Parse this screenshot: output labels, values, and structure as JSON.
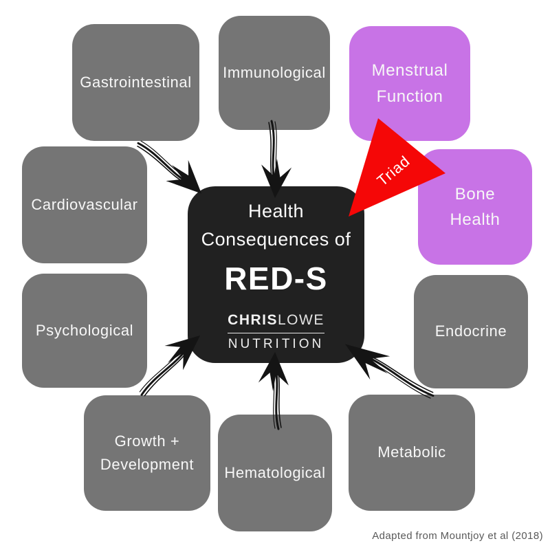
{
  "colors": {
    "box_gray": "#757575",
    "box_purple": "#c873e6",
    "center_dark": "#212121",
    "triad_red": "#f50707",
    "arrow_black": "#141414",
    "caption_text": "#595959"
  },
  "center": {
    "heading": "Health\nConsequences of",
    "acronym": "RED-S"
  },
  "logo": {
    "name_bold": "CHRIS",
    "name_light": "LOWE",
    "subtitle": "NUTRITION"
  },
  "triad": {
    "label": "Triad"
  },
  "caption": "Adapted from Mountjoy et al (2018)",
  "boxes": [
    {
      "label": "Gastrointestinal",
      "highlighted": false
    },
    {
      "label": "Immunological",
      "highlighted": false
    },
    {
      "label": "Menstrual\nFunction",
      "highlighted": true
    },
    {
      "label": "Cardiovascular",
      "highlighted": false
    },
    {
      "label": "Bone\nHealth",
      "highlighted": true
    },
    {
      "label": "Psychological",
      "highlighted": false
    },
    {
      "label": "Endocrine",
      "highlighted": false
    },
    {
      "label": "Growth +\nDevelopment",
      "highlighted": false
    },
    {
      "label": "Hematological",
      "highlighted": false
    },
    {
      "label": "Metabolic",
      "highlighted": false
    }
  ]
}
